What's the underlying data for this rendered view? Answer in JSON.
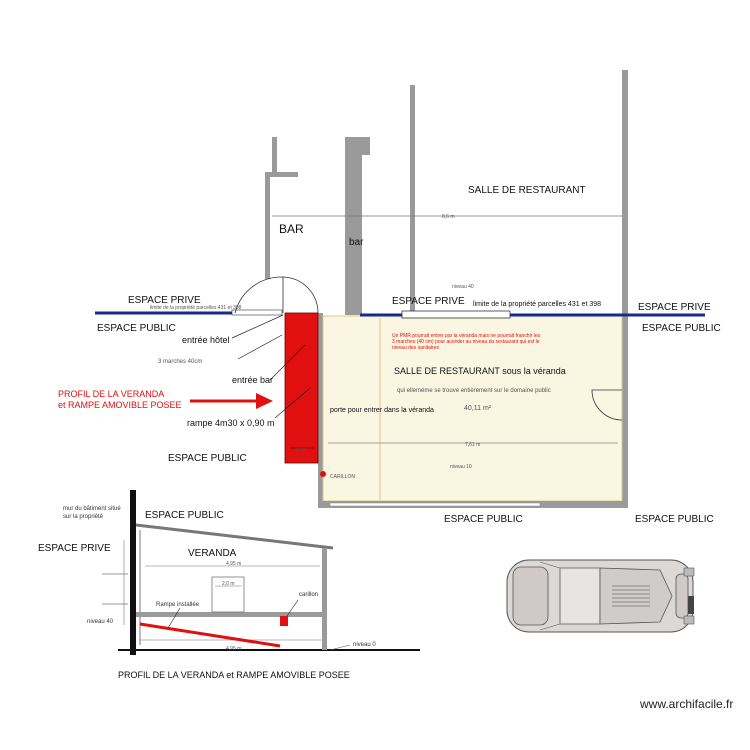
{
  "labels": {
    "salle_restaurant": "SALLE DE RESTAURANT",
    "bar_room": "BAR",
    "bar_small": "bar",
    "espace_prive_left": "ESPACE PRIVE",
    "espace_prive_mid": "ESPACE PRIVE",
    "espace_prive_right": "ESPACE PRIVE",
    "espace_prive_section": "ESPACE PRIVE",
    "espace_public_left": "ESPACE PUBLIC",
    "espace_public_right": "ESPACE PUBLIC",
    "espace_public_center": "ESPACE PUBLIC",
    "espace_public_bottom_mid": "ESPACE PUBLIC",
    "espace_public_bottom_right": "ESPACE PUBLIC",
    "espace_public_section": "ESPACE PUBLIC",
    "limite_left": "limite de la propriété parcelles 431 et 398",
    "limite_right": "limite de la propriété parcelles 431 et 398",
    "entree_hotel": "entrée hôtel",
    "marches": "3 marches 40cm",
    "entree_bar": "entrée bar",
    "profil_line1": "PROFIL DE LA VERANDA",
    "profil_line2": "et RAMPE AMOVIBLE POSEE",
    "rampe": "rampe 4m30 x 0,90 m",
    "veranda_title": "SALLE DE RESTAURANT sous la véranda",
    "veranda_subtitle": "qui elleméme se trouve entièrement sur le domaine public",
    "area": "40,11 m²",
    "porte": "porte pour entrer dans la véranda",
    "pmr_note_1": "Un PMR pourrait entrer par la véranda mais ne pourrait franchir les",
    "pmr_note_2": "3 marches (40 cm) pour accéder au niveau du restaurant qui est le",
    "pmr_note_3": "niveau des sanitaires",
    "carillon": "CARILLON",
    "niveau_40_plan": "niveau 40",
    "niveau_10_plan": "niveau 10",
    "dim_top": "8,6 m",
    "dim_veranda": "7,61 m",
    "dim_ramp": "0,90",
    "mur_line1": "mur du bâtiment situé",
    "mur_line2": "sur la propriété",
    "veranda_section": "VERANDA",
    "rampe_installee": "Rampe installée",
    "carillon_section": "carillon",
    "niveau_40": "niveau 40",
    "niveau_0": "niveau 0",
    "dim_section_top": "4,95 m",
    "dim_section_door": "2,0 m",
    "dim_section_bottom": "4,95 m",
    "profil_bottom": "PROFIL DE LA VERANDA  et RAMPE AMOVIBLE POSEE",
    "watermark": "www.archifacile.fr"
  },
  "colors": {
    "wall": "#9a9a9a",
    "boundary": "#1a2a8c",
    "veranda_fill": "#faf6e2",
    "veranda_border": "#d8c98a",
    "ramp": "#e01010",
    "car_body": "#dcd8d6",
    "car_outline": "#555555"
  }
}
